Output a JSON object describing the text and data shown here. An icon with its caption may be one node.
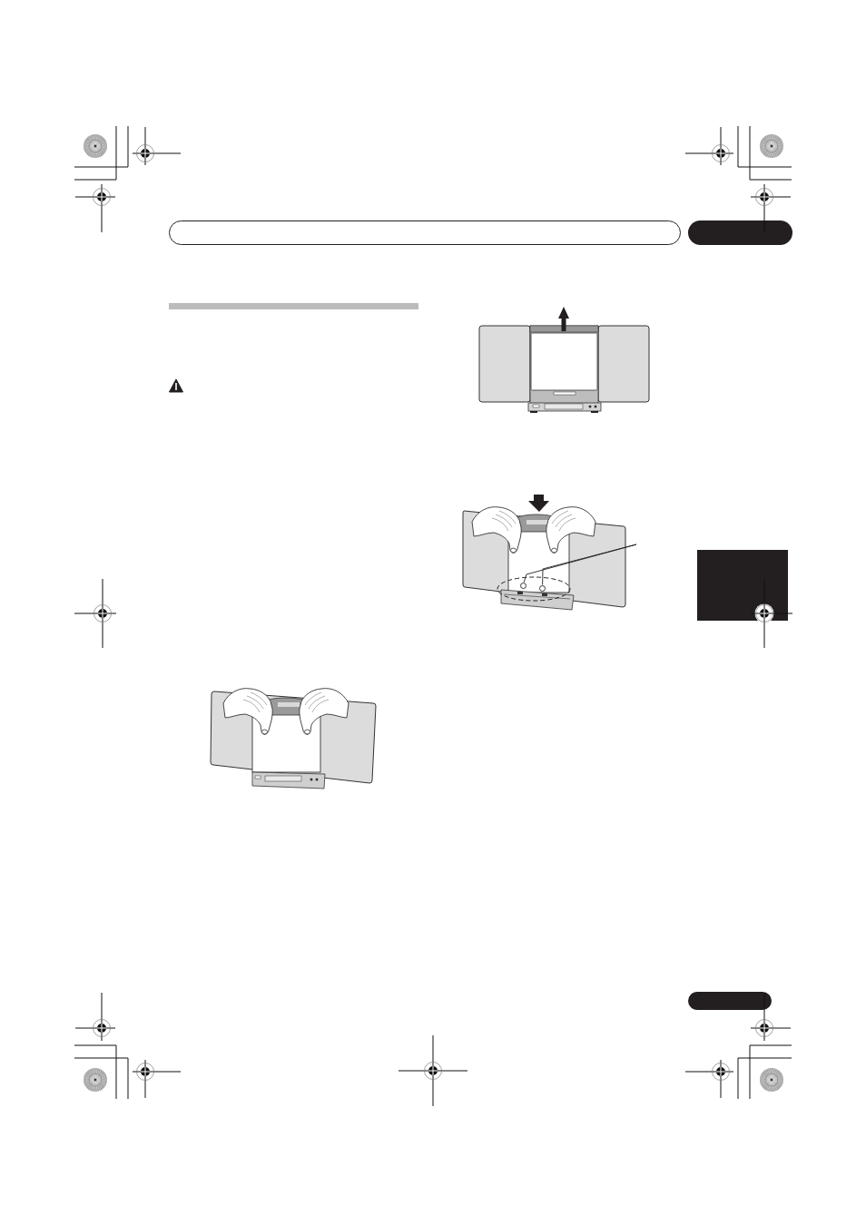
{
  "diagram": {
    "nodes": [
      {
        "text": [],
        "shape": "bar"
      },
      {
        "text": [],
        "shape": "bar"
      },
      {
        "text": [],
        "shape": "circle"
      },
      {
        "text": [],
        "shape": "circle"
      },
      {
        "text": [],
        "shape": "box"
      },
      {
        "text": [],
        "shape": "bar"
      }
    ],
    "edges": [
      {
        "from": null,
        "to": 2,
        "arrow": "none"
      },
      {
        "from": null,
        "to": 3,
        "arrow": "none"
      }
    ]
  }
}
